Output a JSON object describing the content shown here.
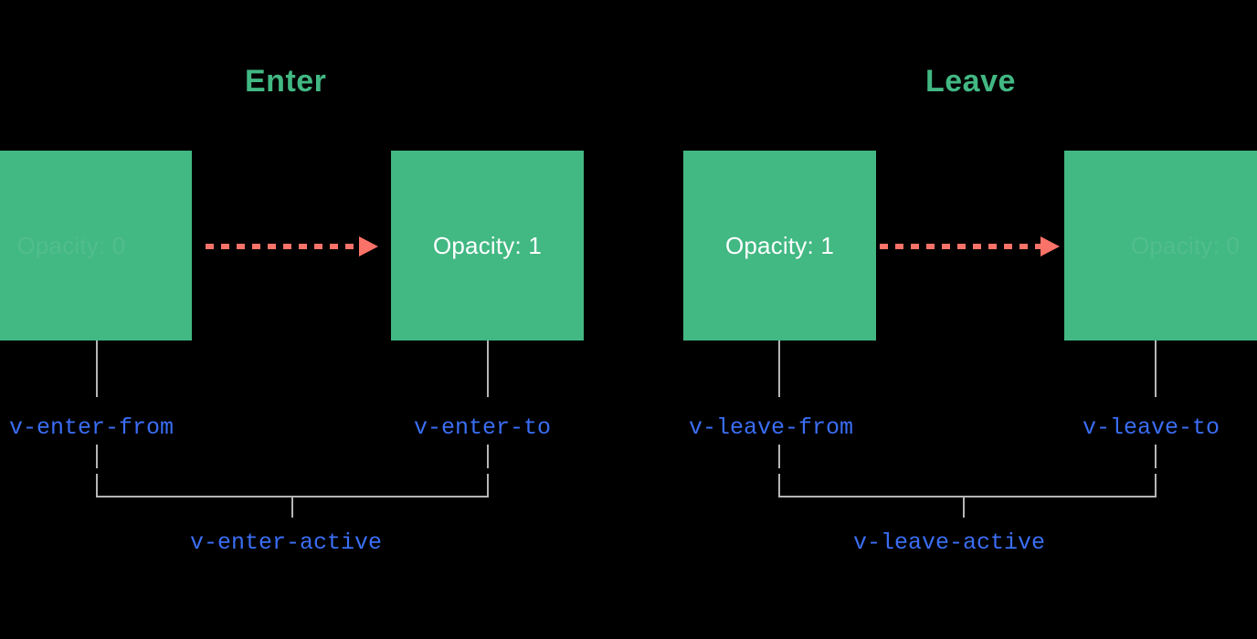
{
  "diagram": {
    "title_enter": "Enter",
    "title_leave": "Leave",
    "colors": {
      "background": "#000000",
      "box_green": "#42b883",
      "arrow_red": "#fa7268",
      "class_blue": "#3b6ef5",
      "connector_grey": "#b6b6b6",
      "box_text": "#ffffff"
    },
    "sections": [
      {
        "name": "enter",
        "heading": "Enter",
        "boxes": [
          {
            "label": "Opacity: 0",
            "state": "faded"
          },
          {
            "label": "Opacity: 1",
            "state": "solid"
          }
        ],
        "class_labels": [
          {
            "text": "v-enter-from"
          },
          {
            "text": "v-enter-to"
          }
        ],
        "active_label": "v-enter-active"
      },
      {
        "name": "leave",
        "heading": "Leave",
        "boxes": [
          {
            "label": "Opacity: 1",
            "state": "solid"
          },
          {
            "label": "Opacity: 0",
            "state": "faded"
          }
        ],
        "class_labels": [
          {
            "text": "v-leave-from"
          },
          {
            "text": "v-leave-to"
          }
        ],
        "active_label": "v-leave-active"
      }
    ],
    "arrows": [
      {
        "name": "enter-transition-arrow"
      },
      {
        "name": "leave-transition-arrow"
      }
    ]
  }
}
